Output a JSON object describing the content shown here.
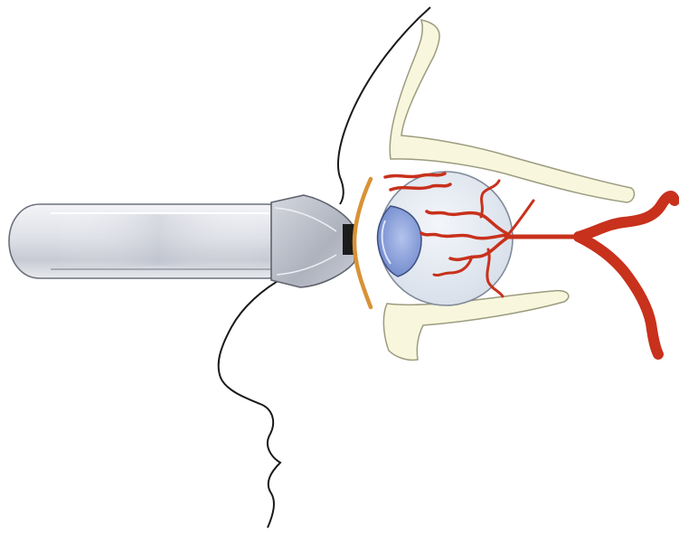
{
  "colors": {
    "background": "#ffffff",
    "outline": "#1a1a1a",
    "bone_fill": "#f8f6dc",
    "bone_stroke": "#9c9c80",
    "globe_fill": "#e6ecf3",
    "globe_stroke": "#7f8a99",
    "iris_fill": "#8ea6df",
    "iris_stroke": "#3e4e80",
    "vessel": "#c8311c",
    "eyelid": "#d99236",
    "probe_light": "#f3f4f7",
    "probe_mid": "#c7cad4",
    "probe_dark": "#9599a6",
    "crystal": "#1c1c1c"
  },
  "parts": [
    {
      "id": "ultrasound-probe",
      "icon": "probe-shape"
    },
    {
      "id": "eyelid",
      "icon": "arc-line"
    },
    {
      "id": "eye-globe",
      "icon": "circle"
    },
    {
      "id": "cornea-iris",
      "icon": "ellipse"
    },
    {
      "id": "orbit-roof",
      "icon": "bone-band"
    },
    {
      "id": "orbit-floor",
      "icon": "bone-band"
    },
    {
      "id": "ophthalmic-artery",
      "icon": "branching-vessel"
    },
    {
      "id": "face-profile",
      "icon": "contour-line"
    }
  ]
}
